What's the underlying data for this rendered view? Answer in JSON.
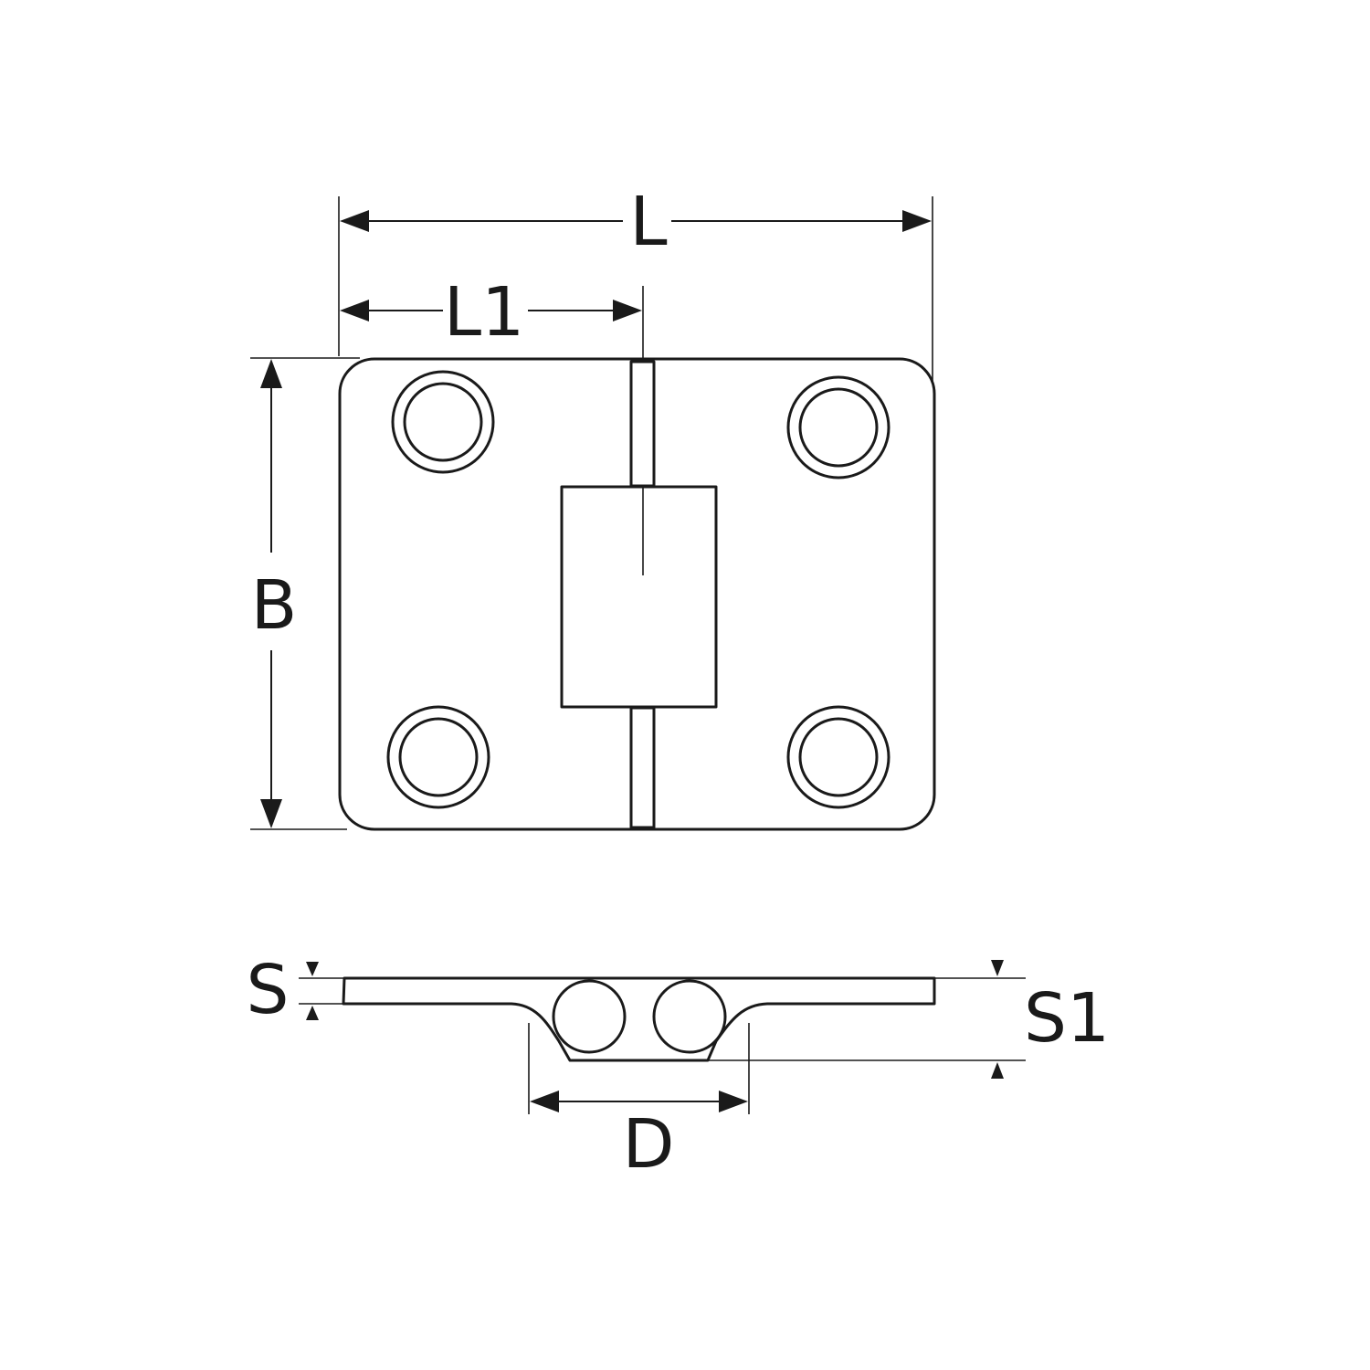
{
  "dimensions": {
    "L": "L",
    "L1": "L1",
    "B": "B",
    "S": "S",
    "S1": "S1",
    "D": "D"
  },
  "colors": {
    "line": "#1a1a1a",
    "background": "#ffffff"
  }
}
